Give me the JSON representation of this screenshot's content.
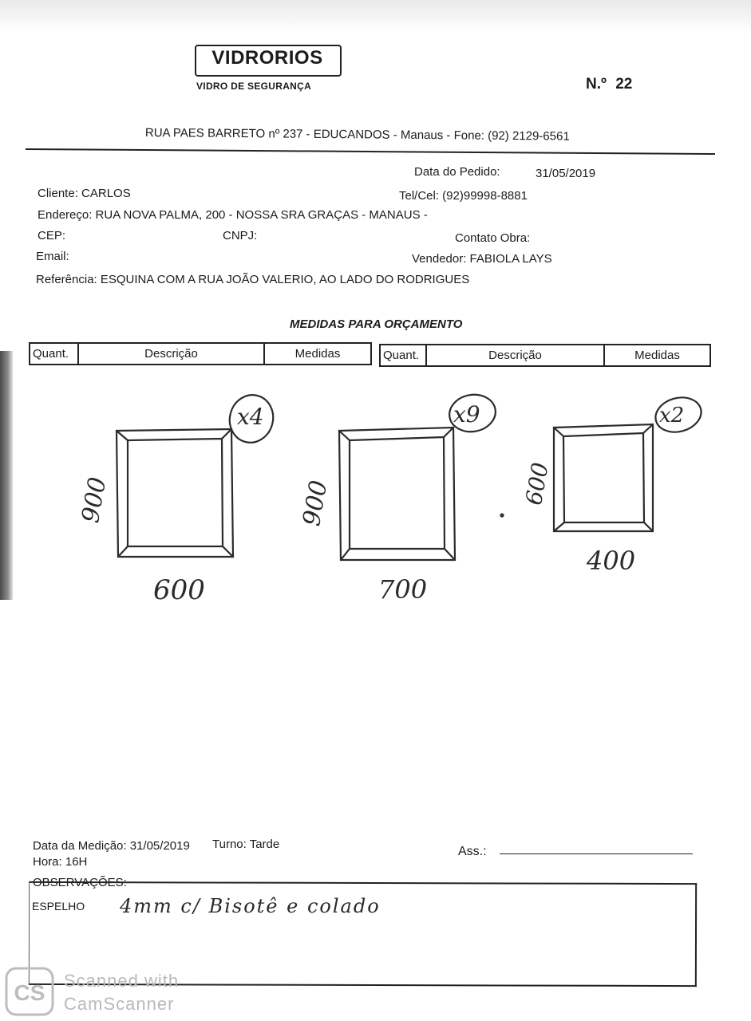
{
  "company": {
    "logo_text": "VIDRORIOS",
    "tagline": "VIDRO DE SEGURANÇA",
    "order_number_label": "N.º",
    "order_number": "22",
    "address": "RUA PAES BARRETO nº 237 - EDUCANDOS - Manaus - Fone: (92) 2129-6561"
  },
  "order": {
    "date_label": "Data do Pedido:",
    "date": "31/05/2019",
    "client": "Cliente: CARLOS",
    "phone": "Tel/Cel: (92)99998-8881",
    "address": "Endereço: RUA NOVA PALMA, 200 - NOSSA SRA GRAÇAS - MANAUS -",
    "cep": "CEP:",
    "cnpj": "CNPJ:",
    "site_contact": "Contato Obra:",
    "email": "Email:",
    "seller": "Vendedor: FABIOLA LAYS",
    "reference": "Referência: ESQUINA COM A RUA JOÃO VALERIO, AO LADO DO RODRIGUES"
  },
  "measurements": {
    "title": "MEDIDAS PARA ORÇAMENTO",
    "columns": [
      "Quant.",
      "Descrição",
      "Medidas",
      "Quant.",
      "Descrição",
      "Medidas"
    ]
  },
  "sketches": [
    {
      "qty": "x4",
      "height": "900",
      "width": "600"
    },
    {
      "qty": "x9",
      "height": "900",
      "width": "700"
    },
    {
      "qty": "x2",
      "height": "600",
      "width": "400"
    }
  ],
  "footer": {
    "measure_date": "Data da Medição: 31/05/2019",
    "shift": "Turno: Tarde",
    "time": "Hora: 16H",
    "signature_label": "Ass.:",
    "observations_label": "OBSERVAÇÕES:",
    "obs_item": "ESPELHO",
    "obs_handwritten": "4mm c/ Bisotê e colado"
  },
  "watermark": {
    "line1": "Scanned with",
    "line2": "CamScanner",
    "logo": "CS"
  }
}
